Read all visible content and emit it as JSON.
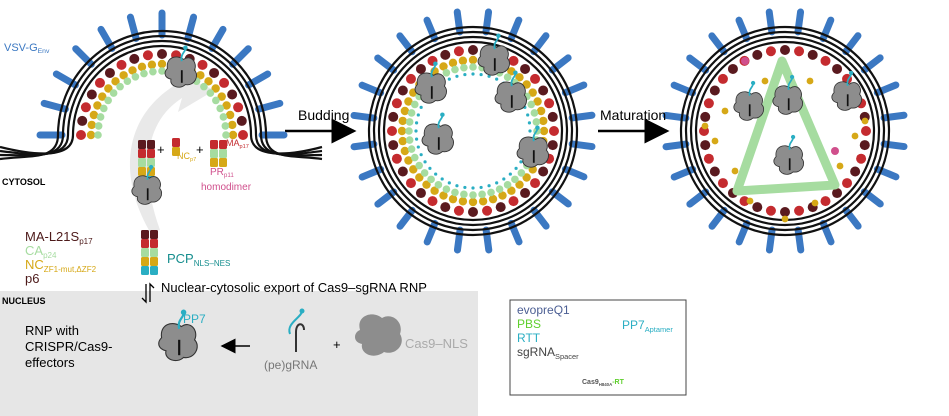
{
  "labels": {
    "vsv": {
      "main": "VSV-G",
      "sub": "Env"
    },
    "cytosol": "CYTOSOL",
    "nucleus": "NUCLEUS",
    "budding": "Budding",
    "maturation": "Maturation",
    "nc_small": {
      "main": "NC",
      "sub": "p7"
    },
    "ma_small": {
      "main": "MA",
      "sub": "p17"
    },
    "pr": {
      "main": "PR",
      "sub": "p11"
    },
    "homodimer": "homodimer",
    "ma_l21s": {
      "main": "MA-L21S",
      "sub": "p17"
    },
    "ca": {
      "main": "CA",
      "sub": "p24"
    },
    "nc_mut": {
      "main": "NC",
      "sub": "ZF1-mut,ΔZF2"
    },
    "p6": "p6",
    "pcp": {
      "main": "PCP",
      "sub": "NLS–NES"
    },
    "export": "Nuclear-cytosolic export of Cas9–sgRNA RNP",
    "pp7": "PP7",
    "rnp_lines": [
      "RNP with",
      "CRISPR/Cas9-",
      "effectors"
    ],
    "pegrna": "(pe)gRNA",
    "plus": "+",
    "cas9nls": "Cas9–NLS",
    "legend": {
      "evopreq1": "evopreQ1",
      "pbs": "PBS",
      "rtt": "RTT",
      "sgrna": {
        "main": "sgRNA",
        "sub": "Spacer"
      },
      "pp7aptamer": {
        "main": "PP7",
        "sub": "Aptamer"
      },
      "cas9": {
        "main": "Cas9",
        "sub": "H840A",
        "extra": "-RT"
      }
    }
  },
  "colors": {
    "vsv": "#3b78c2",
    "maroon": "#5a1a1f",
    "red": "#c42b2f",
    "ma_label": "#4d1a1a",
    "gold": "#d6a817",
    "green": "#a6dca0",
    "cyan": "#2aaec3",
    "pink": "#d04f8c",
    "teal": "#168e8e",
    "gray_protein": "#8d8d8d",
    "pbs_green": "#5fcf2d",
    "evopre_blue": "#4b5e93",
    "grey_text": "#aaaaaa"
  }
}
